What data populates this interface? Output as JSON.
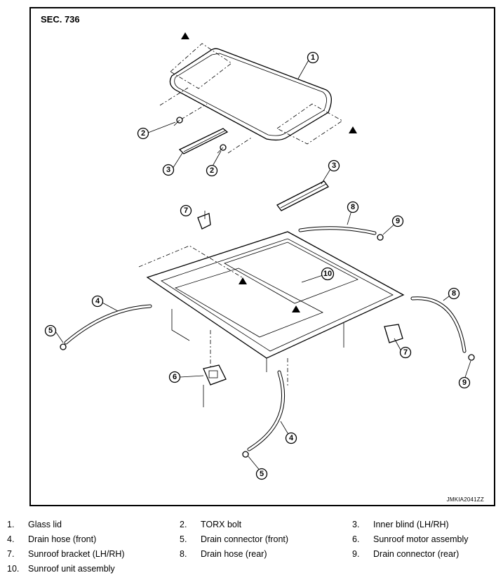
{
  "section": "SEC. 736",
  "image_code": "JMKIA2041ZZ",
  "callouts": [
    "1",
    "2",
    "2",
    "3",
    "3",
    "4",
    "4",
    "5",
    "5",
    "6",
    "7",
    "7",
    "8",
    "8",
    "9",
    "9",
    "10"
  ],
  "legend": [
    {
      "num": "1.",
      "text": "Glass lid"
    },
    {
      "num": "2.",
      "text": "TORX bolt"
    },
    {
      "num": "3.",
      "text": "Inner blind (LH/RH)"
    },
    {
      "num": "4.",
      "text": "Drain hose (front)"
    },
    {
      "num": "5.",
      "text": "Drain connector (front)"
    },
    {
      "num": "6.",
      "text": "Sunroof motor assembly"
    },
    {
      "num": "7.",
      "text": "Sunroof bracket (LH/RH)"
    },
    {
      "num": "8.",
      "text": "Drain hose (rear)"
    },
    {
      "num": "9.",
      "text": "Drain connector (rear)"
    },
    {
      "num": "10.",
      "text": "Sunroof unit assembly"
    }
  ]
}
